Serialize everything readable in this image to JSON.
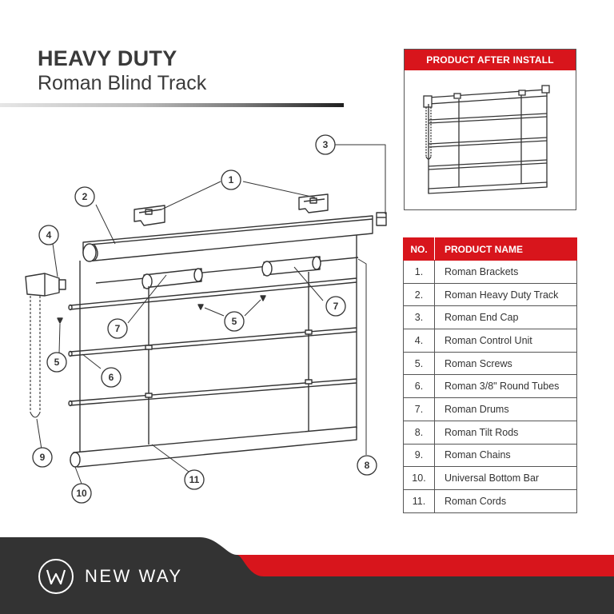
{
  "header": {
    "title": "HEAVY DUTY",
    "subtitle": "Roman Blind Track"
  },
  "after_install": {
    "label": "PRODUCT AFTER INSTALL"
  },
  "parts_table": {
    "col_no": "NO.",
    "col_name": "PRODUCT NAME",
    "rows": [
      {
        "no": "1.",
        "name": "Roman Brackets"
      },
      {
        "no": "2.",
        "name": "Roman Heavy Duty Track"
      },
      {
        "no": "3.",
        "name": "Roman End Cap"
      },
      {
        "no": "4.",
        "name": "Roman Control Unit"
      },
      {
        "no": "5.",
        "name": "Roman Screws"
      },
      {
        "no": "6.",
        "name": "Roman 3/8\" Round Tubes"
      },
      {
        "no": "7.",
        "name": "Roman Drums"
      },
      {
        "no": "8.",
        "name": "Roman Tilt Rods"
      },
      {
        "no": "9.",
        "name": "Roman Chains"
      },
      {
        "no": "10.",
        "name": "Universal Bottom Bar"
      },
      {
        "no": "11.",
        "name": "Roman Cords"
      }
    ]
  },
  "callouts": [
    "1",
    "2",
    "3",
    "4",
    "5",
    "5",
    "6",
    "7",
    "7",
    "8",
    "9",
    "10",
    "11"
  ],
  "footer": {
    "brand": "NEW WAY"
  },
  "colors": {
    "accent_red": "#d8151c",
    "footer_dark": "#333333",
    "line_art": "#333333"
  },
  "icons": {
    "logo": "new-way-w-logo-icon"
  }
}
